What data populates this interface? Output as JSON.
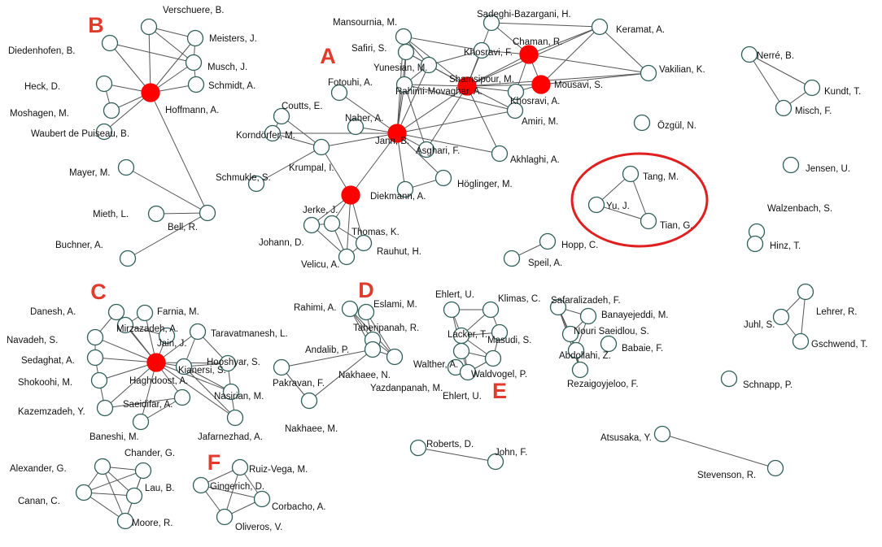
{
  "colors": {
    "node_fill": "#ffffff",
    "node_stroke": "#2e5e58",
    "hub_fill": "#ff0000",
    "edge": "#555555",
    "letter": "#e23a2c",
    "highlight_ring": "#e02020"
  },
  "clusters": [
    {
      "id": "A",
      "label": "A"
    },
    {
      "id": "B",
      "label": "B"
    },
    {
      "id": "C",
      "label": "C"
    },
    {
      "id": "D",
      "label": "D"
    },
    {
      "id": "E",
      "label": "E"
    },
    {
      "id": "F",
      "label": "F"
    }
  ],
  "nodes": [
    {
      "id": "Verschuere",
      "label": "Verschuere, B.",
      "hub": false
    },
    {
      "id": "Meisters",
      "label": "Meisters, J.",
      "hub": false
    },
    {
      "id": "Diedenhofen",
      "label": "Diedenhofen, B.",
      "hub": false
    },
    {
      "id": "Musch",
      "label": "Musch, J.",
      "hub": false
    },
    {
      "id": "Heck",
      "label": "Heck, D.",
      "hub": false
    },
    {
      "id": "Schmidt",
      "label": "Schmidt, A.",
      "hub": false
    },
    {
      "id": "Moshagen",
      "label": "Moshagen, M.",
      "hub": false
    },
    {
      "id": "Hoffmann",
      "label": "Hoffmann, A.",
      "hub": true
    },
    {
      "id": "Waubert",
      "label": "Waubert de Puiseau, B.",
      "hub": false
    },
    {
      "id": "Mayer",
      "label": "Mayer, M.",
      "hub": false
    },
    {
      "id": "Mieth",
      "label": "Mieth, L.",
      "hub": false
    },
    {
      "id": "Bell",
      "label": "Bell, R.",
      "hub": false
    },
    {
      "id": "Buchner",
      "label": "Buchner, A.",
      "hub": false
    },
    {
      "id": "Mansournia",
      "label": "Mansournia, M.",
      "hub": false
    },
    {
      "id": "SadeghiBazargani",
      "label": "Sadeghi-Bazargani, H.",
      "hub": false
    },
    {
      "id": "Keramat",
      "label": "Keramat, A.",
      "hub": false
    },
    {
      "id": "Chaman",
      "label": "Chaman, R.",
      "hub": true
    },
    {
      "id": "Safiri",
      "label": "Safiri, S.",
      "hub": false
    },
    {
      "id": "KhosraviF",
      "label": "Khosravi, F.",
      "hub": false
    },
    {
      "id": "Yunesian",
      "label": "Yunesian, M.",
      "hub": false
    },
    {
      "id": "Vakilian",
      "label": "Vakilian, K.",
      "hub": false
    },
    {
      "id": "Shamsipour",
      "label": "Shamsipour, M.",
      "hub": true
    },
    {
      "id": "Mousavi",
      "label": "Mousavi, S.",
      "hub": true
    },
    {
      "id": "Fotouhi",
      "label": "Fotouhi, A.",
      "hub": false
    },
    {
      "id": "KhosraviA",
      "label": "Khosravi, A.",
      "hub": false
    },
    {
      "id": "RahimiMovaghar",
      "label": "Rahimi-Movaghar, A.",
      "hub": false
    },
    {
      "id": "Coutts",
      "label": "Coutts, E.",
      "hub": false
    },
    {
      "id": "Naher",
      "label": "Naher, A.",
      "hub": false
    },
    {
      "id": "Amiri",
      "label": "Amiri, M.",
      "hub": false
    },
    {
      "id": "Korndorfer",
      "label": "Korndörfer, M.",
      "hub": false
    },
    {
      "id": "Jann",
      "label": "Jann, B.",
      "hub": true
    },
    {
      "id": "Asghari",
      "label": "Asghari, F.",
      "hub": false
    },
    {
      "id": "Akhlaghi",
      "label": "Akhlaghi, A.",
      "hub": false
    },
    {
      "id": "Krumpal",
      "label": "Krumpal, I.",
      "hub": false
    },
    {
      "id": "Schmukle",
      "label": "Schmukle, S.",
      "hub": false
    },
    {
      "id": "Hoglinger",
      "label": "Höglinger, M.",
      "hub": false
    },
    {
      "id": "Diekmann",
      "label": "Diekmann, A.",
      "hub": false
    },
    {
      "id": "Jerke",
      "label": "Jerke, J.",
      "hub": true
    },
    {
      "id": "Thomas",
      "label": "Thomas, K.",
      "hub": false
    },
    {
      "id": "Johann",
      "label": "Johann, D.",
      "hub": false
    },
    {
      "id": "Rauhut",
      "label": "Rauhut, H.",
      "hub": false
    },
    {
      "id": "Velicu",
      "label": "Velicu, A.",
      "hub": false
    },
    {
      "id": "Nerre",
      "label": "Nerré, B.",
      "hub": false
    },
    {
      "id": "Kundt",
      "label": "Kundt, T.",
      "hub": false
    },
    {
      "id": "Misch",
      "label": "Misch, F.",
      "hub": false
    },
    {
      "id": "Ozgul",
      "label": "Özgül, N.",
      "hub": false
    },
    {
      "id": "Jensen",
      "label": "Jensen, U.",
      "hub": false
    },
    {
      "id": "Tang",
      "label": "Tang, M.",
      "hub": false
    },
    {
      "id": "Yu",
      "label": "Yu, J.",
      "hub": false
    },
    {
      "id": "Tian",
      "label": "Tian, G.",
      "hub": false
    },
    {
      "id": "Walzenbach",
      "label": "Walzenbach, S.",
      "hub": false
    },
    {
      "id": "Hinz",
      "label": "Hinz, T.",
      "hub": false
    },
    {
      "id": "Hopp",
      "label": "Hopp, C.",
      "hub": false
    },
    {
      "id": "Speil",
      "label": "Speil, A.",
      "hub": false
    },
    {
      "id": "Danesh",
      "label": "Danesh, A.",
      "hub": false
    },
    {
      "id": "Farnia",
      "label": "Farnia, M.",
      "hub": false
    },
    {
      "id": "Mirzazadeh",
      "label": "Mirzazadeh, A.",
      "hub": false
    },
    {
      "id": "Navadeh",
      "label": "Navadeh, S.",
      "hub": false
    },
    {
      "id": "Jain",
      "label": "Jain, J.",
      "hub": false
    },
    {
      "id": "Taravatmanesh",
      "label": "Taravatmanesh, L.",
      "hub": false
    },
    {
      "id": "Sedaghat",
      "label": "Sedaghat, A.",
      "hub": false
    },
    {
      "id": "Haghdoost",
      "label": "Haghdoost, A.",
      "hub": true
    },
    {
      "id": "Kianersi",
      "label": "Kianersi, S.",
      "hub": false
    },
    {
      "id": "Hooshyar",
      "label": "Hooshyar, S.",
      "hub": false
    },
    {
      "id": "Shokoohi",
      "label": "Shokoohi, M.",
      "hub": false
    },
    {
      "id": "Nasirian",
      "label": "Nasirian, M.",
      "hub": false
    },
    {
      "id": "Saeidifar",
      "label": "Saeidifar, A.",
      "hub": false
    },
    {
      "id": "Kazemzadeh",
      "label": "Kazemzadeh, Y.",
      "hub": false
    },
    {
      "id": "Baneshi",
      "label": "Baneshi, M.",
      "hub": false
    },
    {
      "id": "Jafarnezhad",
      "label": "Jafarnezhad, A.",
      "hub": false
    },
    {
      "id": "Rahimi",
      "label": "Rahimi, A.",
      "hub": false
    },
    {
      "id": "Eslami",
      "label": "Eslami, M.",
      "hub": false
    },
    {
      "id": "Taheripanah",
      "label": "Taheripanah, R.",
      "hub": false
    },
    {
      "id": "Andalib",
      "label": "Andalib, P.",
      "hub": false
    },
    {
      "id": "NakhaeeN",
      "label": "Nakhaee, N.",
      "hub": false
    },
    {
      "id": "Pakravan",
      "label": "Pakravan, F.",
      "hub": false
    },
    {
      "id": "NakhaeeM",
      "label": "Nakhaee, M.",
      "hub": false
    },
    {
      "id": "EhlertU1",
      "label": "Ehlert, U.",
      "hub": false
    },
    {
      "id": "Klimas",
      "label": "Klimas, C.",
      "hub": false
    },
    {
      "id": "Lacker",
      "label": "Lacker, T.",
      "hub": false
    },
    {
      "id": "Masudi",
      "label": "Masudi, S.",
      "hub": false
    },
    {
      "id": "Walther",
      "label": "Walther, A.",
      "hub": false
    },
    {
      "id": "Waldvogel",
      "label": "Waldvogel, P.",
      "hub": false
    },
    {
      "id": "Yazdanpanah",
      "label": "Yazdanpanah, M.",
      "hub": false
    },
    {
      "id": "EhlertU2",
      "label": "Ehlert, U.",
      "hub": false
    },
    {
      "id": "Safaralizadeh",
      "label": "Safaralizadeh, F.",
      "hub": false
    },
    {
      "id": "Banayejeddi",
      "label": "Banayejeddi, M.",
      "hub": false
    },
    {
      "id": "NouriSaeidlou",
      "label": "Nouri Saeidlou, S.",
      "hub": false
    },
    {
      "id": "Abdollahi",
      "label": "Abdollahi, Z.",
      "hub": false
    },
    {
      "id": "Babaie",
      "label": "Babaie, F.",
      "hub": false
    },
    {
      "id": "Rezaigoyjeloo",
      "label": "Rezaigoyjeloo, F.",
      "hub": false
    },
    {
      "id": "Lehrer",
      "label": "Lehrer, R.",
      "hub": false
    },
    {
      "id": "Juhl",
      "label": "Juhl, S.",
      "hub": false
    },
    {
      "id": "Gschwend",
      "label": "Gschwend, T.",
      "hub": false
    },
    {
      "id": "Schnapp",
      "label": "Schnapp, P.",
      "hub": false
    },
    {
      "id": "Roberts",
      "label": "Roberts, D.",
      "hub": false
    },
    {
      "id": "John",
      "label": "John, F.",
      "hub": false
    },
    {
      "id": "Atsusaka",
      "label": "Atsusaka, Y.",
      "hub": false
    },
    {
      "id": "Stevenson",
      "label": "Stevenson, R.",
      "hub": false
    },
    {
      "id": "Chander",
      "label": "Chander, G.",
      "hub": false
    },
    {
      "id": "Alexander",
      "label": "Alexander, G.",
      "hub": false
    },
    {
      "id": "Lau",
      "label": "Lau, B.",
      "hub": false
    },
    {
      "id": "Canan",
      "label": "Canan, C.",
      "hub": false
    },
    {
      "id": "Moore",
      "label": "Moore, R.",
      "hub": false
    },
    {
      "id": "RuizVega",
      "label": "Ruiz-Vega, M.",
      "hub": false
    },
    {
      "id": "Gingerich",
      "label": "Gingerich, D.",
      "hub": false
    },
    {
      "id": "Corbacho",
      "label": "Corbacho, A.",
      "hub": false
    },
    {
      "id": "Oliveros",
      "label": "Oliveros, V.",
      "hub": false
    }
  ],
  "edges": [
    [
      "Hoffmann",
      "Verschuere"
    ],
    [
      "Hoffmann",
      "Meisters"
    ],
    [
      "Hoffmann",
      "Musch"
    ],
    [
      "Hoffmann",
      "Schmidt"
    ],
    [
      "Hoffmann",
      "Diedenhofen"
    ],
    [
      "Hoffmann",
      "Heck"
    ],
    [
      "Hoffmann",
      "Moshagen"
    ],
    [
      "Hoffmann",
      "Waubert"
    ],
    [
      "Hoffmann",
      "Bell"
    ],
    [
      "Heck",
      "Moshagen"
    ],
    [
      "Verschuere",
      "Musch"
    ],
    [
      "Verschuere",
      "Meisters"
    ],
    [
      "Meisters",
      "Musch"
    ],
    [
      "Musch",
      "Schmidt"
    ],
    [
      "Musch",
      "Diedenhofen"
    ],
    [
      "Bell",
      "Mayer"
    ],
    [
      "Bell",
      "Mieth"
    ],
    [
      "Bell",
      "Buchner"
    ],
    [
      "Jann",
      "Krumpal"
    ],
    [
      "Jann",
      "Korndorfer"
    ],
    [
      "Jann",
      "Naher"
    ],
    [
      "Jann",
      "Fotouhi"
    ],
    [
      "Jann",
      "RahimiMovaghar"
    ],
    [
      "Jann",
      "Asghari"
    ],
    [
      "Jann",
      "Diekmann"
    ],
    [
      "Jann",
      "Hoglinger"
    ],
    [
      "Jann",
      "Shamsipour"
    ],
    [
      "Jann",
      "Yunesian"
    ],
    [
      "Jann",
      "Jerke"
    ],
    [
      "Jann",
      "Akhlaghi"
    ],
    [
      "Jann",
      "Safiri"
    ],
    [
      "Jann",
      "Mansournia"
    ],
    [
      "Jann",
      "Amiri"
    ],
    [
      "Krumpal",
      "Coutts"
    ],
    [
      "Krumpal",
      "Schmukle"
    ],
    [
      "Krumpal",
      "Korndorfer"
    ],
    [
      "Krumpal",
      "Jerke"
    ],
    [
      "Coutts",
      "Korndorfer"
    ],
    [
      "Diekmann",
      "Hoglinger"
    ],
    [
      "Shamsipour",
      "Chaman"
    ],
    [
      "Shamsipour",
      "Mousavi"
    ],
    [
      "Shamsipour",
      "KhosraviF"
    ],
    [
      "Shamsipour",
      "KhosraviA"
    ],
    [
      "Shamsipour",
      "Amiri"
    ],
    [
      "Shamsipour",
      "Yunesian"
    ],
    [
      "Shamsipour",
      "Safiri"
    ],
    [
      "Shamsipour",
      "Mansournia"
    ],
    [
      "Shamsipour",
      "RahimiMovaghar"
    ],
    [
      "Shamsipour",
      "Asghari"
    ],
    [
      "Shamsipour",
      "SadeghiBazargani"
    ],
    [
      "Shamsipour",
      "Keramat"
    ],
    [
      "Shamsipour",
      "Vakilian"
    ],
    [
      "Shamsipour",
      "Akhlaghi"
    ],
    [
      "Chaman",
      "Mousavi"
    ],
    [
      "Chaman",
      "Keramat"
    ],
    [
      "Chaman",
      "Vakilian"
    ],
    [
      "Chaman",
      "SadeghiBazargani"
    ],
    [
      "Chaman",
      "KhosraviF"
    ],
    [
      "Chaman",
      "KhosraviA"
    ],
    [
      "Mousavi",
      "Keramat"
    ],
    [
      "Mousavi",
      "Vakilian"
    ],
    [
      "Mousavi",
      "KhosraviA"
    ],
    [
      "Keramat",
      "Vakilian"
    ],
    [
      "SadeghiBazargani",
      "Keramat"
    ],
    [
      "Yunesian",
      "Mansournia"
    ],
    [
      "Yunesian",
      "Safiri"
    ],
    [
      "Yunesian",
      "RahimiMovaghar"
    ],
    [
      "Mansournia",
      "Safiri"
    ],
    [
      "Mansournia",
      "KhosraviF"
    ],
    [
      "Safiri",
      "RahimiMovaghar"
    ],
    [
      "KhosraviF",
      "Yunesian"
    ],
    [
      "RahimiMovaghar",
      "Asghari"
    ],
    [
      "RahimiMovaghar",
      "Amiri"
    ],
    [
      "Jerke",
      "Thomas"
    ],
    [
      "Jerke",
      "Johann"
    ],
    [
      "Jerke",
      "Rauhut"
    ],
    [
      "Jerke",
      "Velicu"
    ],
    [
      "Thomas",
      "Johann"
    ],
    [
      "Thomas",
      "Rauhut"
    ],
    [
      "Thomas",
      "Velicu"
    ],
    [
      "Johann",
      "Velicu"
    ],
    [
      "Rauhut",
      "Velicu"
    ],
    [
      "Nerre",
      "Kundt"
    ],
    [
      "Nerre",
      "Misch"
    ],
    [
      "Kundt",
      "Misch"
    ],
    [
      "Tang",
      "Yu"
    ],
    [
      "Tang",
      "Tian"
    ],
    [
      "Yu",
      "Tian"
    ],
    [
      "Walzenbach",
      "Hinz"
    ],
    [
      "Hopp",
      "Speil"
    ],
    [
      "Haghdoost",
      "Danesh"
    ],
    [
      "Haghdoost",
      "Farnia"
    ],
    [
      "Haghdoost",
      "Mirzazadeh"
    ],
    [
      "Haghdoost",
      "Navadeh"
    ],
    [
      "Haghdoost",
      "Jain"
    ],
    [
      "Haghdoost",
      "Sedaghat"
    ],
    [
      "Haghdoost",
      "Kianersi"
    ],
    [
      "Haghdoost",
      "Hooshyar"
    ],
    [
      "Haghdoost",
      "Shokoohi"
    ],
    [
      "Haghdoost",
      "Nasirian"
    ],
    [
      "Haghdoost",
      "Saeidifar"
    ],
    [
      "Haghdoost",
      "Kazemzadeh"
    ],
    [
      "Haghdoost",
      "Baneshi"
    ],
    [
      "Haghdoost",
      "Jafarnezhad"
    ],
    [
      "Haghdoost",
      "Taravatmanesh"
    ],
    [
      "Danesh",
      "Navadeh"
    ],
    [
      "Danesh",
      "Mirzazadeh"
    ],
    [
      "Navadeh",
      "Sedaghat"
    ],
    [
      "Sedaghat",
      "Shokoohi"
    ],
    [
      "Mirzazadeh",
      "Farnia"
    ],
    [
      "Mirzazadeh",
      "Jain"
    ],
    [
      "Kianersi",
      "Hooshyar"
    ],
    [
      "Kianersi",
      "Nasirian"
    ],
    [
      "Kianersi",
      "Jafarnezhad"
    ],
    [
      "Kianersi",
      "Taravatmanesh"
    ],
    [
      "Hooshyar",
      "Nasirian"
    ],
    [
      "Hooshyar",
      "Taravatmanesh"
    ],
    [
      "Nasirian",
      "Jafarnezhad"
    ],
    [
      "Saeidifar",
      "Baneshi"
    ],
    [
      "Kazemzadeh",
      "Saeidifar"
    ],
    [
      "Shokoohi",
      "Kazemzadeh"
    ],
    [
      "Rahimi",
      "Eslami"
    ],
    [
      "Rahimi",
      "Taheripanah"
    ],
    [
      "Rahimi",
      "Andalib"
    ],
    [
      "Eslami",
      "Taheripanah"
    ],
    [
      "Eslami",
      "NakhaeeN"
    ],
    [
      "Taheripanah",
      "Andalib"
    ],
    [
      "Taheripanah",
      "NakhaeeN"
    ],
    [
      "Andalib",
      "NakhaeeN"
    ],
    [
      "Andalib",
      "Pakravan"
    ],
    [
      "Andalib",
      "NakhaeeM"
    ],
    [
      "Pakravan",
      "NakhaeeM"
    ],
    [
      "Rahimi",
      "NakhaeeN"
    ],
    [
      "EhlertU1",
      "Klimas"
    ],
    [
      "EhlertU1",
      "Lacker"
    ],
    [
      "EhlertU1",
      "Walther"
    ],
    [
      "Klimas",
      "Lacker"
    ],
    [
      "Klimas",
      "Masudi"
    ],
    [
      "Lacker",
      "Masudi"
    ],
    [
      "Lacker",
      "Walther"
    ],
    [
      "Lacker",
      "Waldvogel"
    ],
    [
      "Lacker",
      "EhlertU2"
    ],
    [
      "Walther",
      "EhlertU2"
    ],
    [
      "Walther",
      "Waldvogel"
    ],
    [
      "Masudi",
      "Waldvogel"
    ],
    [
      "EhlertU2",
      "Waldvogel"
    ],
    [
      "Safaralizadeh",
      "Banayejeddi"
    ],
    [
      "Safaralizadeh",
      "NouriSaeidlou"
    ],
    [
      "Safaralizadeh",
      "Abdollahi"
    ],
    [
      "Banayejeddi",
      "NouriSaeidlou"
    ],
    [
      "NouriSaeidlou",
      "Abdollahi"
    ],
    [
      "NouriSaeidlou",
      "Rezaigoyjeloo"
    ],
    [
      "Abdollahi",
      "Rezaigoyjeloo"
    ],
    [
      "Safaralizadeh",
      "Rezaigoyjeloo"
    ],
    [
      "Banayejeddi",
      "Abdollahi"
    ],
    [
      "Lehrer",
      "Juhl"
    ],
    [
      "Lehrer",
      "Gschwend"
    ],
    [
      "Juhl",
      "Gschwend"
    ],
    [
      "Roberts",
      "John"
    ],
    [
      "Atsusaka",
      "Stevenson"
    ],
    [
      "Chander",
      "Alexander"
    ],
    [
      "Chander",
      "Lau"
    ],
    [
      "Chander",
      "Canan"
    ],
    [
      "Chander",
      "Moore"
    ],
    [
      "Alexander",
      "Lau"
    ],
    [
      "Alexander",
      "Canan"
    ],
    [
      "Alexander",
      "Moore"
    ],
    [
      "Lau",
      "Canan"
    ],
    [
      "Lau",
      "Moore"
    ],
    [
      "Canan",
      "Moore"
    ],
    [
      "RuizVega",
      "Gingerich"
    ],
    [
      "RuizVega",
      "Corbacho"
    ],
    [
      "RuizVega",
      "Oliveros"
    ],
    [
      "Gingerich",
      "Corbacho"
    ],
    [
      "Gingerich",
      "Oliveros"
    ],
    [
      "Corbacho",
      "Oliveros"
    ]
  ]
}
